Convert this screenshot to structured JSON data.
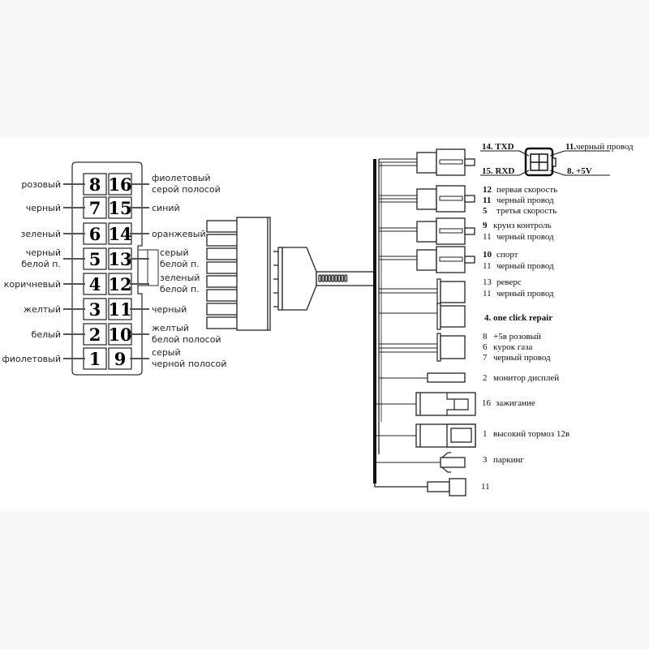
{
  "obd_connector": {
    "left_pins": [
      {
        "num": "8",
        "label": [
          "розовый"
        ]
      },
      {
        "num": "7",
        "label": [
          "черный"
        ]
      },
      {
        "num": "6",
        "label": [
          "зеленый"
        ]
      },
      {
        "num": "5",
        "label": [
          "черный",
          "белой п."
        ]
      },
      {
        "num": "4",
        "label": [
          "коричневый"
        ]
      },
      {
        "num": "3",
        "label": [
          "желтый"
        ]
      },
      {
        "num": "2",
        "label": [
          "белый"
        ]
      },
      {
        "num": "1",
        "label": [
          "фиолетовый"
        ]
      }
    ],
    "right_pins": [
      {
        "num": "16",
        "label": [
          "фиолетовый",
          "серой полосой"
        ]
      },
      {
        "num": "15",
        "label": [
          "синий"
        ]
      },
      {
        "num": "14",
        "label": [
          "оранжевый"
        ]
      },
      {
        "num": "13",
        "label": [
          "серый",
          "белой п."
        ]
      },
      {
        "num": "12",
        "label": [
          "зеленый",
          "белой п."
        ]
      },
      {
        "num": "11",
        "label": [
          "черный"
        ]
      },
      {
        "num": "10",
        "label": [
          "желтый",
          "белой полосой"
        ]
      },
      {
        "num": "9",
        "label": [
          "серый",
          "черной полосой"
        ]
      }
    ]
  },
  "diag_connector": {
    "tl": "14. TXD",
    "bl": "15. RXD",
    "tr_num": "11.",
    "tr_text": "черный провод",
    "br": "8. +5V"
  },
  "branches": [
    {
      "lines": [
        [
          "12",
          "первая скорость",
          true
        ],
        [
          "11",
          "черный провод",
          true
        ],
        [
          "5",
          "третья скорость",
          true
        ]
      ]
    },
    {
      "lines": [
        [
          "9",
          "круиз контроль",
          true
        ],
        [
          "11",
          "черный провод",
          false
        ]
      ]
    },
    {
      "lines": [
        [
          "10",
          "спорт",
          true
        ],
        [
          "11",
          "черный провод",
          false
        ]
      ]
    },
    {
      "lines": [
        [
          "13",
          "реверс",
          false
        ],
        [
          "11",
          "черный провод",
          false
        ]
      ]
    },
    {
      "lines": [
        [
          "",
          "4. one click repair",
          true
        ]
      ]
    },
    {
      "lines": [
        [
          "8",
          "+5в  розовый",
          false
        ],
        [
          "6",
          "курок газа",
          false
        ],
        [
          "7",
          "черный провод",
          false
        ]
      ]
    },
    {
      "lines": [
        [
          "2",
          "монитор дисплей",
          false
        ]
      ]
    },
    {
      "lines": [
        [
          "16",
          "зажигание",
          false
        ]
      ]
    },
    {
      "lines": [
        [
          "1",
          "высокий тормоз 12в",
          false
        ]
      ]
    },
    {
      "lines": [
        [
          "3",
          "паркинг",
          false
        ]
      ]
    },
    {
      "lines": [
        [
          "11",
          "",
          false
        ]
      ]
    }
  ]
}
